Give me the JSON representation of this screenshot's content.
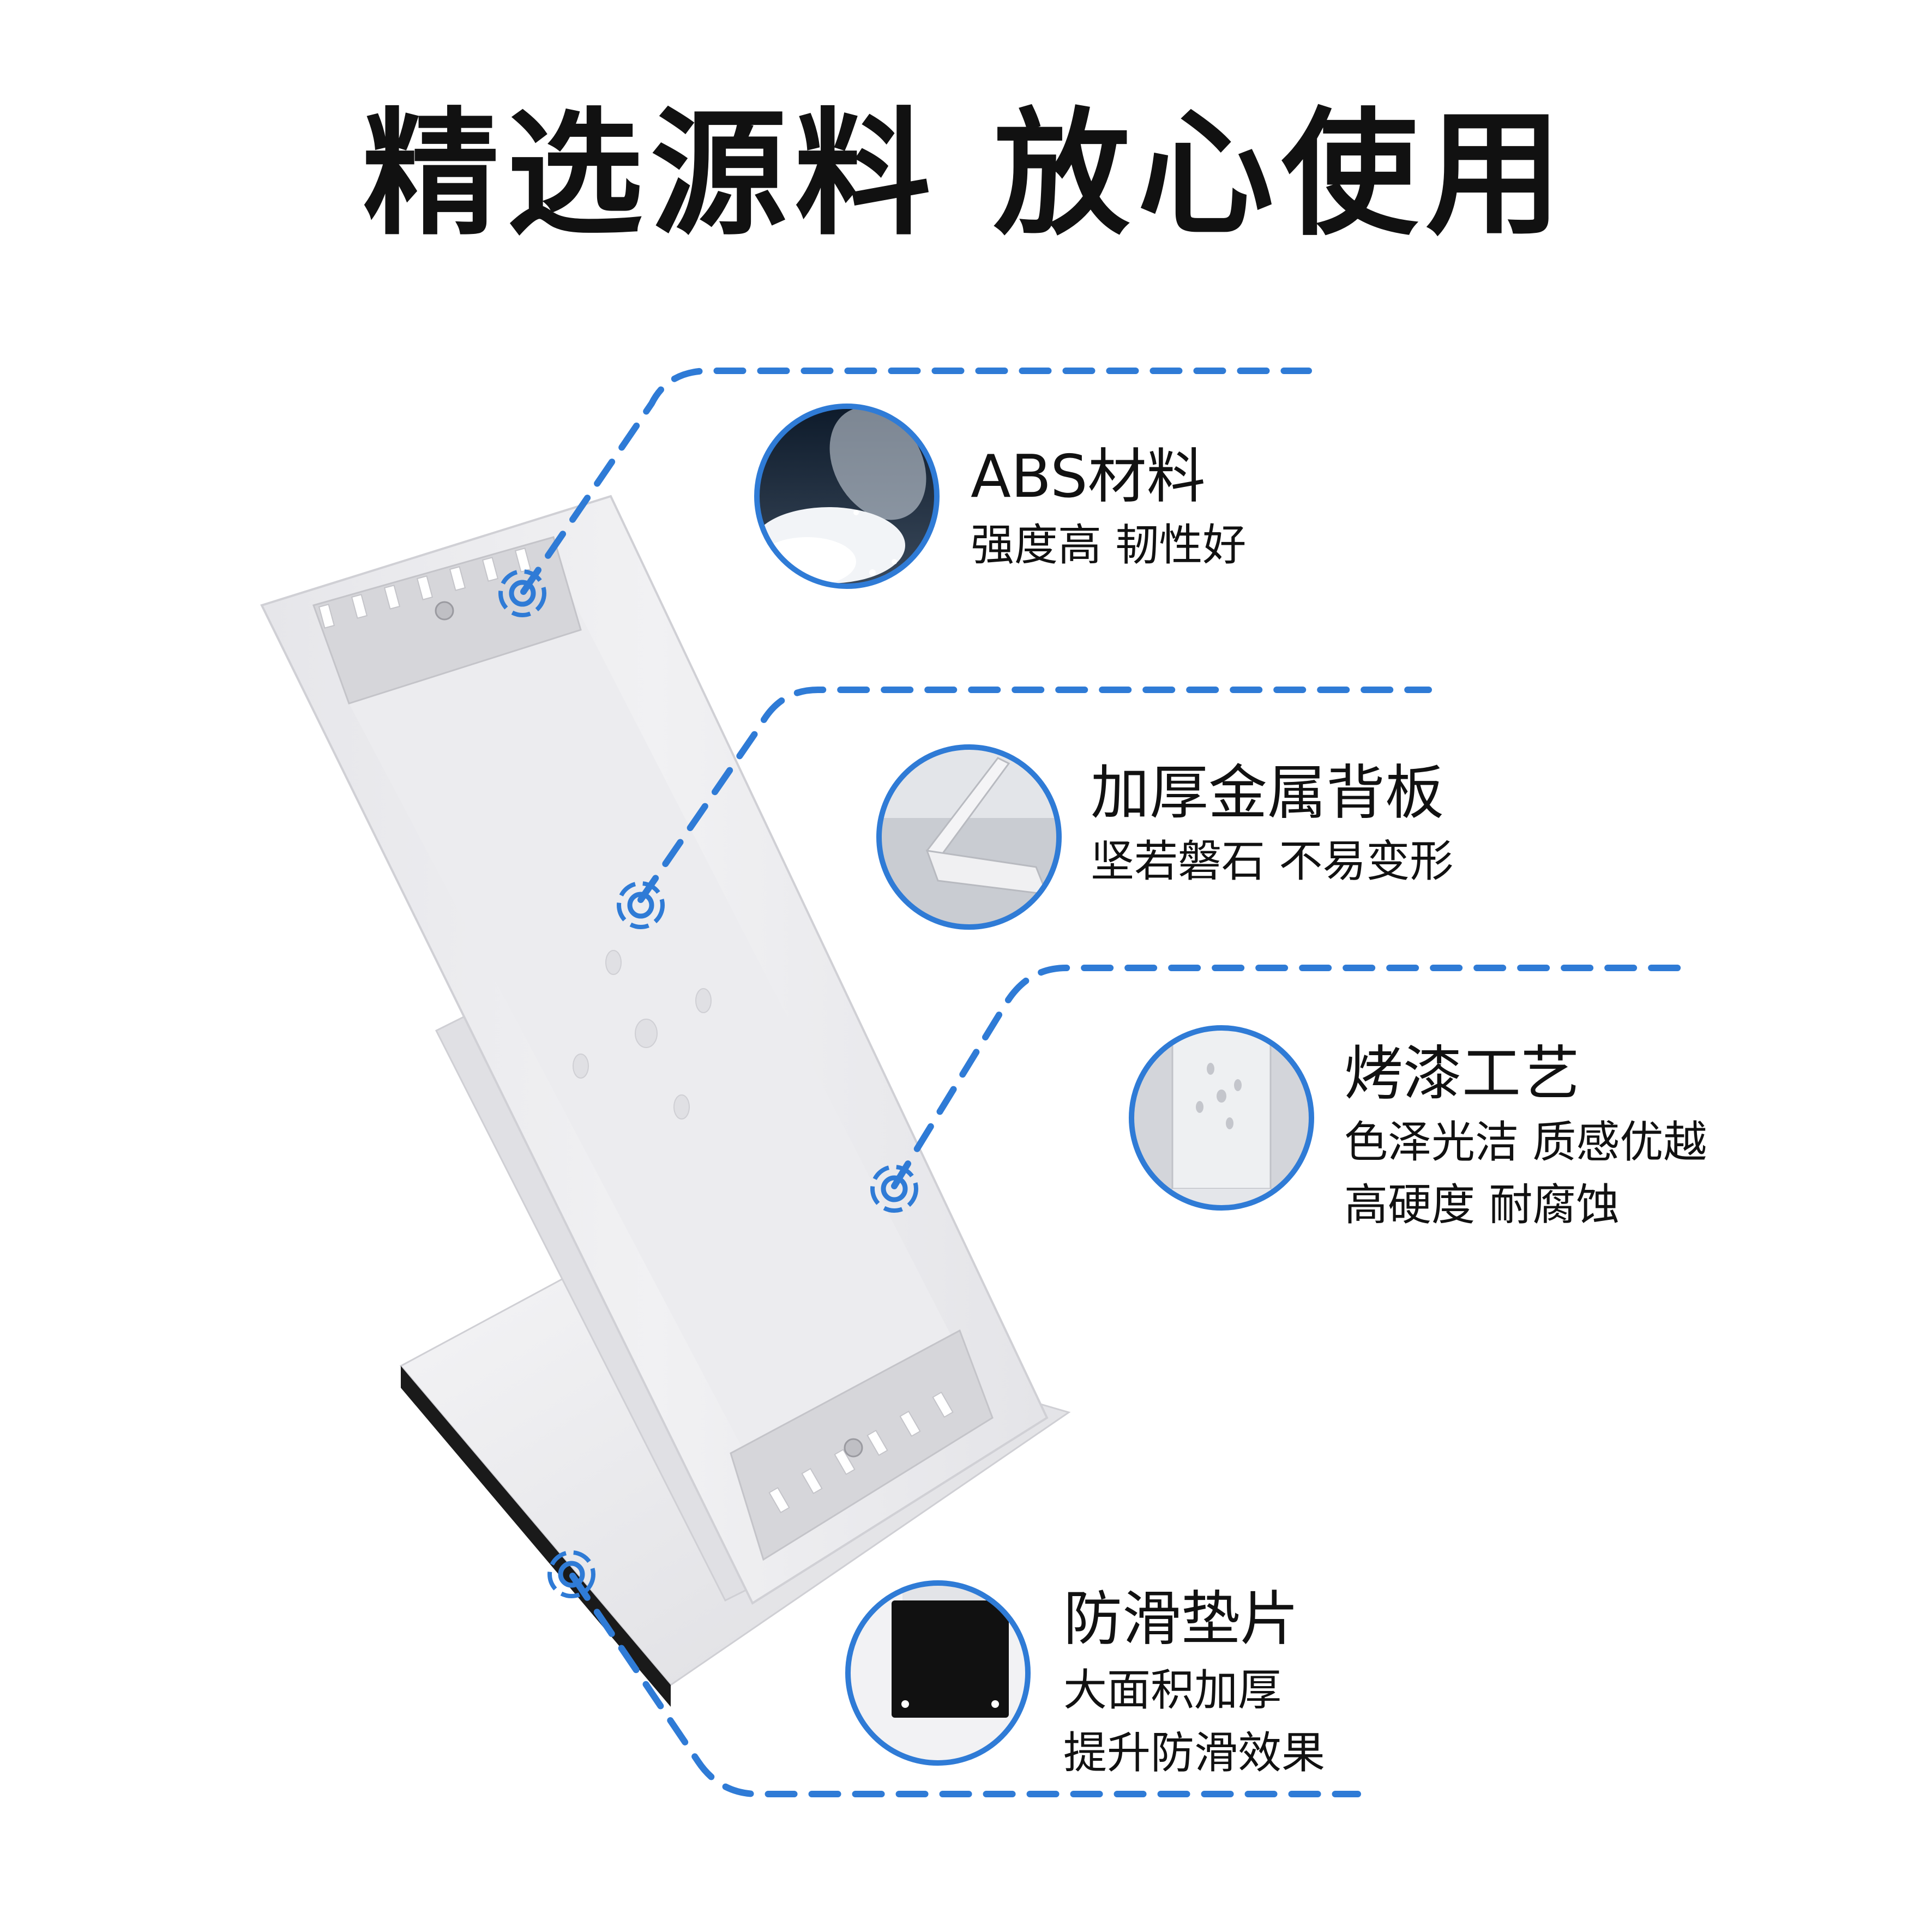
{
  "headline": "精选源料 放心使用",
  "features": [
    {
      "title": "ABS材料",
      "sub": [
        "强度高  韧性好"
      ],
      "icon": "abs-granules-icon"
    },
    {
      "title": "加厚金属背板",
      "sub": [
        "坚若磐石 不易变形"
      ],
      "icon": "metal-backplate-icon"
    },
    {
      "title": "烤漆工艺",
      "sub": [
        "色泽光洁 质感优越",
        "高硬度 耐腐蚀"
      ],
      "icon": "baked-paint-icon"
    },
    {
      "title": "防滑垫片",
      "sub": [
        "大面积加厚",
        "提升防滑效果"
      ],
      "icon": "anti-slip-pad-icon"
    }
  ],
  "colors": {
    "accent": "#2f7bd6",
    "product": "#eeeef0",
    "pad": "#111111",
    "text": "#111111"
  }
}
